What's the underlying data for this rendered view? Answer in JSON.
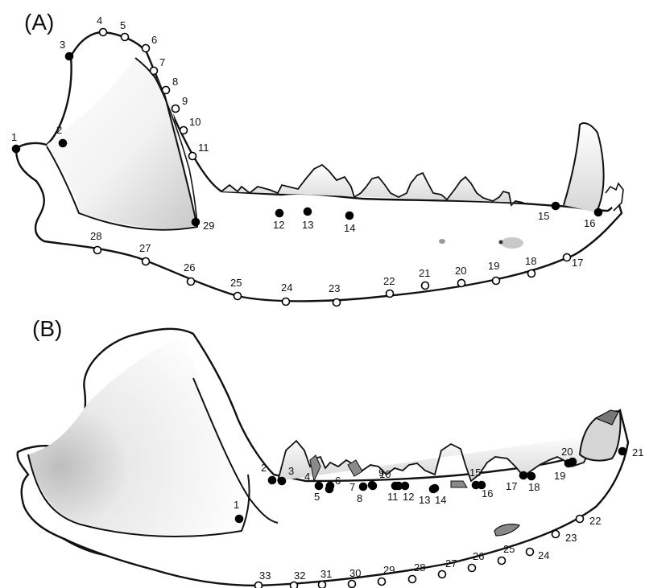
{
  "panels": [
    {
      "label": "(A)",
      "landmarks": [
        {
          "n": "1",
          "type": "filled"
        },
        {
          "n": "2",
          "type": "filled"
        },
        {
          "n": "3",
          "type": "filled"
        },
        {
          "n": "4",
          "type": "open"
        },
        {
          "n": "5",
          "type": "open"
        },
        {
          "n": "6",
          "type": "open"
        },
        {
          "n": "7",
          "type": "open"
        },
        {
          "n": "8",
          "type": "open"
        },
        {
          "n": "9",
          "type": "open"
        },
        {
          "n": "10",
          "type": "open"
        },
        {
          "n": "11",
          "type": "open"
        },
        {
          "n": "12",
          "type": "filled"
        },
        {
          "n": "13",
          "type": "filled"
        },
        {
          "n": "14",
          "type": "filled"
        },
        {
          "n": "15",
          "type": "filled"
        },
        {
          "n": "16",
          "type": "filled"
        },
        {
          "n": "17",
          "type": "open"
        },
        {
          "n": "18",
          "type": "open"
        },
        {
          "n": "19",
          "type": "open"
        },
        {
          "n": "20",
          "type": "open"
        },
        {
          "n": "21",
          "type": "open"
        },
        {
          "n": "22",
          "type": "open"
        },
        {
          "n": "23",
          "type": "open"
        },
        {
          "n": "24",
          "type": "open"
        },
        {
          "n": "25",
          "type": "open"
        },
        {
          "n": "26",
          "type": "open"
        },
        {
          "n": "27",
          "type": "open"
        },
        {
          "n": "28",
          "type": "open"
        },
        {
          "n": "29",
          "type": "filled"
        }
      ]
    },
    {
      "label": "(B)",
      "landmarks": [
        {
          "n": "1",
          "type": "filled"
        },
        {
          "n": "2",
          "type": "filled"
        },
        {
          "n": "3",
          "type": "filled"
        },
        {
          "n": "4",
          "type": "filled"
        },
        {
          "n": "5",
          "type": "filled"
        },
        {
          "n": "6",
          "type": "filled"
        },
        {
          "n": "7",
          "type": "filled"
        },
        {
          "n": "8",
          "type": "filled"
        },
        {
          "n": "9",
          "type": "filled"
        },
        {
          "n": "10",
          "type": "filled"
        },
        {
          "n": "11",
          "type": "filled"
        },
        {
          "n": "12",
          "type": "filled"
        },
        {
          "n": "13",
          "type": "filled"
        },
        {
          "n": "14",
          "type": "filled"
        },
        {
          "n": "15",
          "type": "filled"
        },
        {
          "n": "16",
          "type": "filled"
        },
        {
          "n": "17",
          "type": "filled"
        },
        {
          "n": "18",
          "type": "filled"
        },
        {
          "n": "19",
          "type": "filled"
        },
        {
          "n": "20",
          "type": "filled"
        },
        {
          "n": "21",
          "type": "filled"
        },
        {
          "n": "22",
          "type": "open"
        },
        {
          "n": "23",
          "type": "open"
        },
        {
          "n": "24",
          "type": "open"
        },
        {
          "n": "25",
          "type": "open"
        },
        {
          "n": "26",
          "type": "open"
        },
        {
          "n": "27",
          "type": "open"
        },
        {
          "n": "28",
          "type": "open"
        },
        {
          "n": "29",
          "type": "open"
        },
        {
          "n": "30",
          "type": "open"
        },
        {
          "n": "31",
          "type": "open"
        },
        {
          "n": "32",
          "type": "open"
        },
        {
          "n": "33",
          "type": "open"
        }
      ]
    }
  ]
}
